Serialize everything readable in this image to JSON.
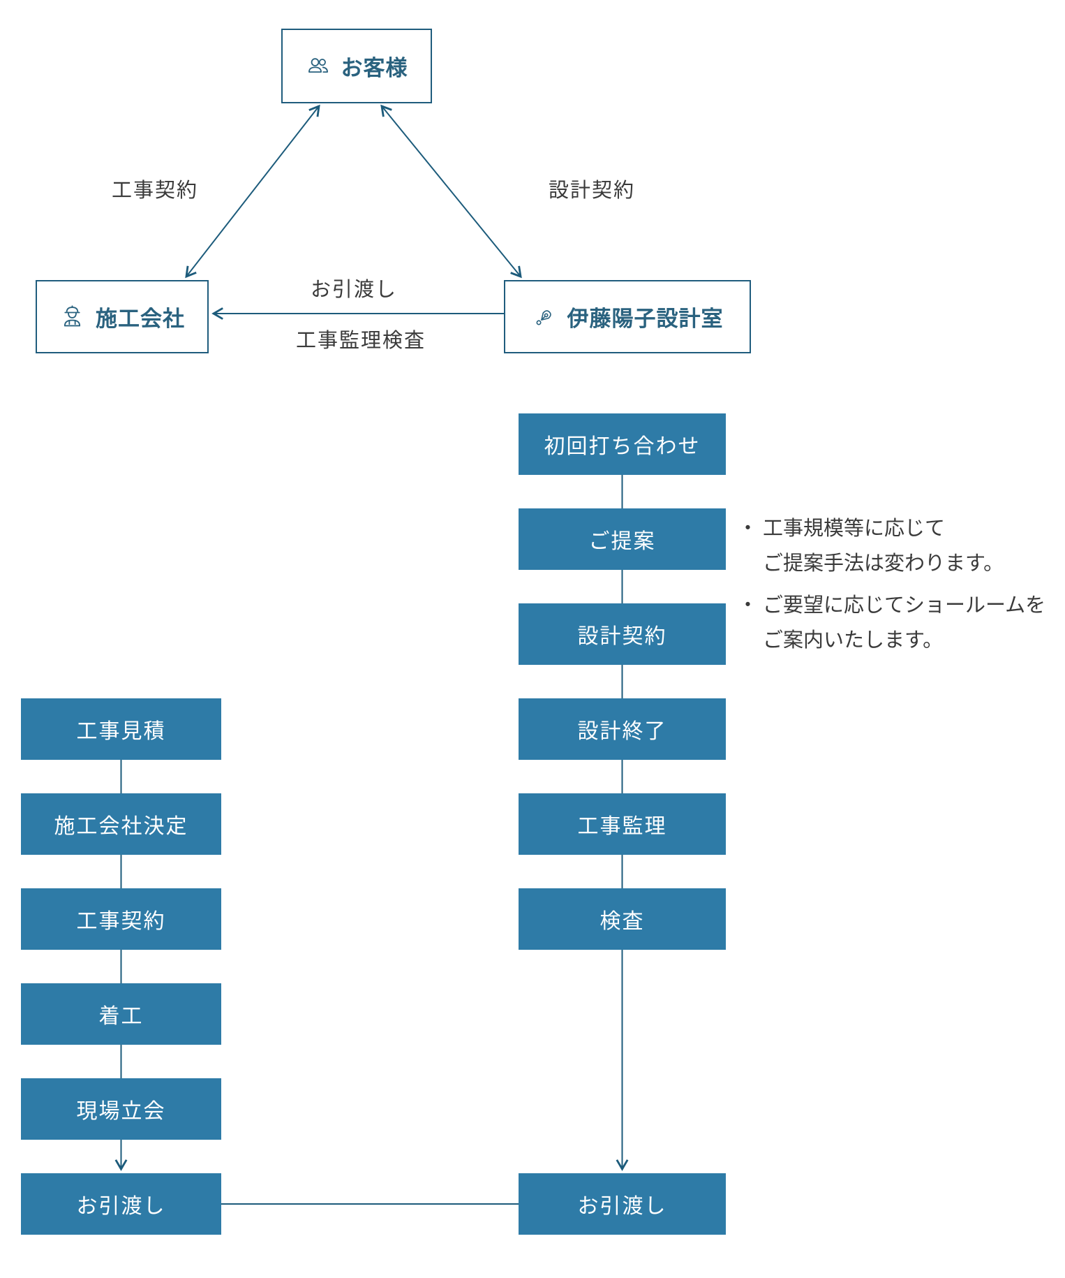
{
  "colors": {
    "accent": "#2E7BA7",
    "line": "#1C5B7B",
    "box-border": "#1F5C7D",
    "box-text": "#2A627F",
    "label-text": "#3A3A3A",
    "step-text": "#FFFFFF",
    "bg": "#FFFFFF"
  },
  "diagram": {
    "entities": {
      "customer": {
        "label": "お客様",
        "icon": "people-icon"
      },
      "contractor": {
        "label": "施工会社",
        "icon": "construction-worker-icon"
      },
      "design_office": {
        "label": "伊藤陽子設計室",
        "icon": "pen-nib-icon"
      }
    },
    "edge_labels": {
      "construction_contract": "工事契約",
      "design_contract": "設計契約",
      "handover": "お引渡し",
      "supervision_inspection": "工事監理検査"
    }
  },
  "right_flow": {
    "steps": [
      "初回打ち合わせ",
      "ご提案",
      "設計契約",
      "設計終了",
      "工事監理",
      "検査",
      "お引渡し"
    ]
  },
  "left_flow": {
    "steps": [
      "工事見積",
      "施工会社決定",
      "工事契約",
      "着工",
      "現場立会",
      "お引渡し"
    ]
  },
  "notes": [
    {
      "bullet": "・",
      "line1": "工事規模等に応じて",
      "line2": "ご提案手法は変わります。"
    },
    {
      "bullet": "・",
      "line1": "ご要望に応じてショールームを",
      "line2": "ご案内いたします。"
    }
  ]
}
